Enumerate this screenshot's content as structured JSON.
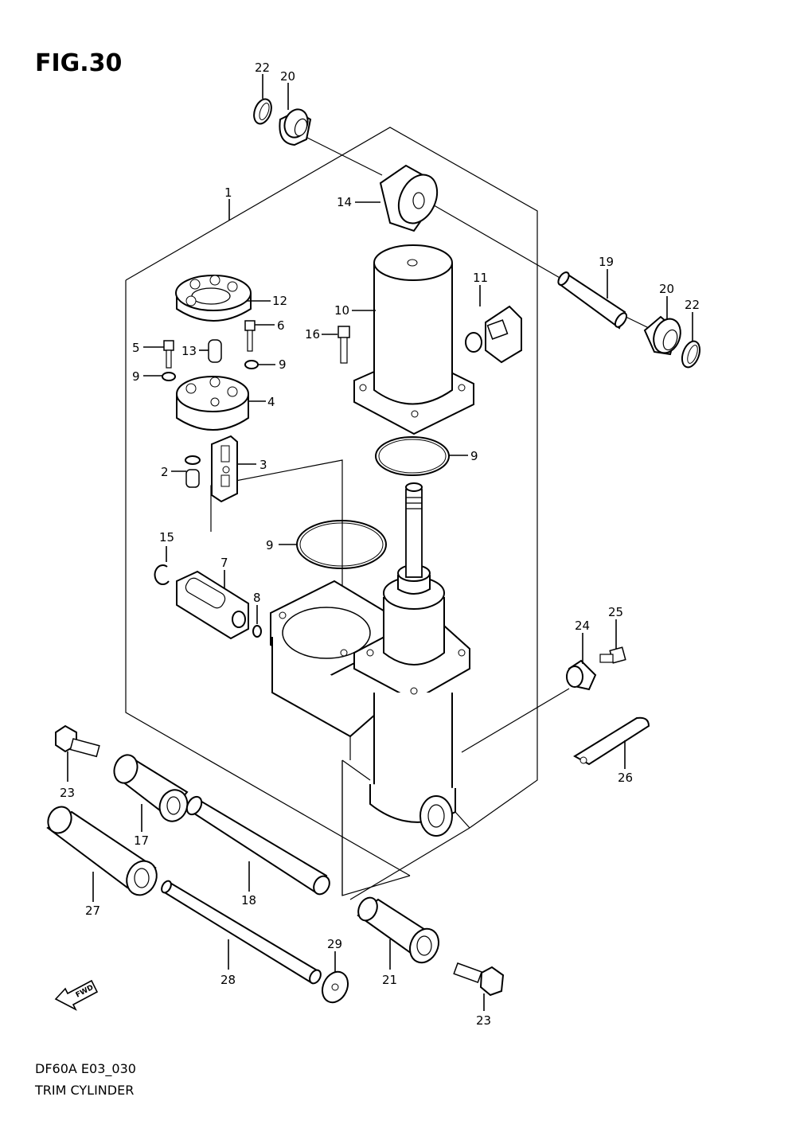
{
  "figure": {
    "number": "FIG.30",
    "code": "DF60A E03_030",
    "name": "TRIM CYLINDER",
    "fwd_arrow_text": "FWD"
  },
  "callouts": [
    {
      "id": "c22a",
      "text": "22"
    },
    {
      "id": "c20a",
      "text": "20"
    },
    {
      "id": "c1",
      "text": "1"
    },
    {
      "id": "c14",
      "text": "14"
    },
    {
      "id": "c19",
      "text": "19"
    },
    {
      "id": "c11",
      "text": "11"
    },
    {
      "id": "c10",
      "text": "10"
    },
    {
      "id": "c20b",
      "text": "20"
    },
    {
      "id": "c22b",
      "text": "22"
    },
    {
      "id": "c12",
      "text": "12"
    },
    {
      "id": "c6",
      "text": "6"
    },
    {
      "id": "c16",
      "text": "16"
    },
    {
      "id": "c5",
      "text": "5"
    },
    {
      "id": "c13",
      "text": "13"
    },
    {
      "id": "c9a",
      "text": "9"
    },
    {
      "id": "c9b",
      "text": "9"
    },
    {
      "id": "c4",
      "text": "4"
    },
    {
      "id": "c9c",
      "text": "9"
    },
    {
      "id": "c2",
      "text": "2"
    },
    {
      "id": "c3",
      "text": "3"
    },
    {
      "id": "c15",
      "text": "15"
    },
    {
      "id": "c9d",
      "text": "9"
    },
    {
      "id": "c7",
      "text": "7"
    },
    {
      "id": "c8",
      "text": "8"
    },
    {
      "id": "c25",
      "text": "25"
    },
    {
      "id": "c24",
      "text": "24"
    },
    {
      "id": "c23a",
      "text": "23"
    },
    {
      "id": "c26",
      "text": "26"
    },
    {
      "id": "c17",
      "text": "17"
    },
    {
      "id": "c18",
      "text": "18"
    },
    {
      "id": "c27",
      "text": "27"
    },
    {
      "id": "c29",
      "text": "29"
    },
    {
      "id": "c28",
      "text": "28"
    },
    {
      "id": "c21",
      "text": "21"
    },
    {
      "id": "c23b",
      "text": "23"
    }
  ]
}
